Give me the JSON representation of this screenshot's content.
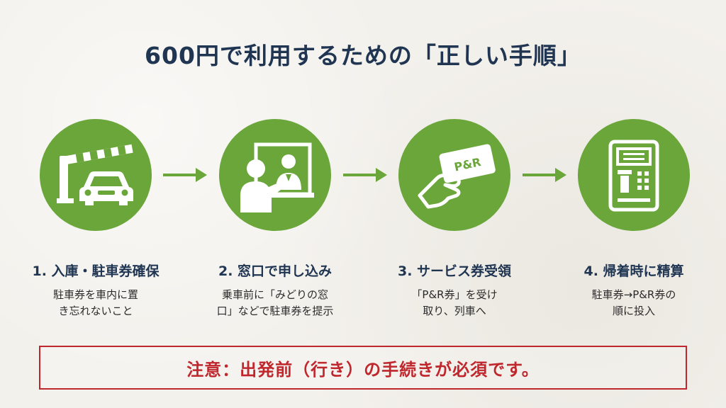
{
  "title": "600円で利用するための「正しい手順」",
  "steps": [
    {
      "title": "1. 入庫・駐車券確保",
      "desc": "駐車券を車内に置\nき忘れないこと",
      "icon": "parking-gate-car-icon"
    },
    {
      "title": "2. 窓口で申し込み",
      "desc": "乗車前に「みどりの窓\n口」などで駐車券を提示",
      "icon": "ticket-counter-icon"
    },
    {
      "title": "3. サービス券受領",
      "desc": "「P&R券」を受け\n取り、列車へ",
      "icon": "hand-card-icon",
      "card_text": "P&R"
    },
    {
      "title": "4. 帰着時に精算",
      "desc": "駐車券→P&R券の\n順に投入",
      "icon": "payment-machine-icon"
    }
  ],
  "notice": "注意：出発前（行き）の手続きが必須です。",
  "colors": {
    "green": "#6aa63a",
    "navy": "#1f3552",
    "red": "#c0272d"
  }
}
